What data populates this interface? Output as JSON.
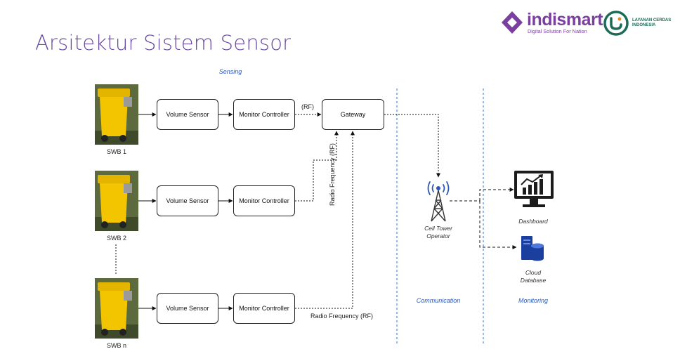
{
  "title": "Arsitektur Sistem Sensor",
  "logos": {
    "indismart_name": "indismart",
    "indismart_tagline": "Digital Solution For Nation",
    "lci_line1": "LAYANAN CERDAS",
    "lci_line2": "INDONESIA"
  },
  "sections": {
    "sensing": "Sensing",
    "communication": "Communication",
    "monitoring": "Monitoring"
  },
  "bins": [
    {
      "label": "SWB 1"
    },
    {
      "label": "SWB 2"
    },
    {
      "label": "SWB n"
    }
  ],
  "nodes": {
    "volume_sensor": "Volume Sensor",
    "monitor_controller": "Monitor Controller",
    "gateway": "Gateway",
    "cell_tower_line1": "Cell Tower",
    "cell_tower_line2": "Operator",
    "dashboard": "Dashboard",
    "cloud_line1": "Cloud",
    "cloud_line2": "Database"
  },
  "links": {
    "rf_short": "(RF)",
    "rf_vertical": "Radio Frequency (RF)",
    "rf_bottom": "Radio Frequency (RF)"
  },
  "colors": {
    "title": "#6a4aa0",
    "brand_purple": "#7b3fa0",
    "brand_green": "#1c6b57",
    "section_label": "#2a58b8",
    "divider": "#3a6fc4",
    "bin_yellow": "#f2c500"
  }
}
